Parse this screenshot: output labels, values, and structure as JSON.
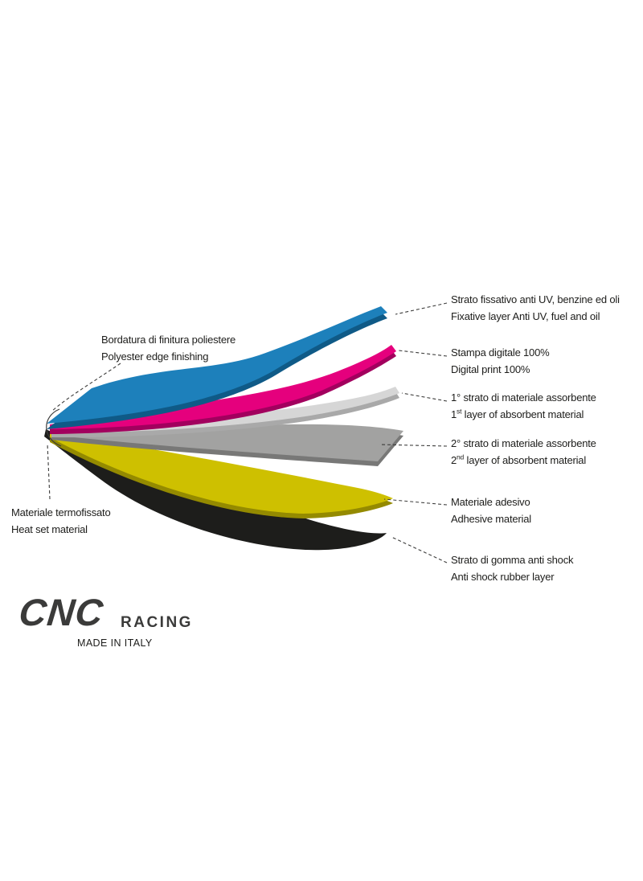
{
  "page": {
    "bg": "#ffffff",
    "text_color": "#1d1d1b",
    "leader_color": "#3c3c3b"
  },
  "layers": {
    "fixative": {
      "color": "#1d80bb",
      "edge": "#0f5a87"
    },
    "print": {
      "color": "#e5007d",
      "edge": "#a2005e"
    },
    "absorbent1": {
      "color": "#d6d6d6",
      "edge": "#a9a9a9"
    },
    "absorbent2": {
      "color": "#a2a2a1",
      "edge": "#787877"
    },
    "adhesive": {
      "color": "#cec000",
      "edge": "#948a00"
    },
    "rubber": {
      "color": "#1d1d1b"
    }
  },
  "right_labels": [
    {
      "it": "Strato fissativo anti UV, benzine ed oli",
      "en1": "Fixative layer Anti UV, fuel and oil",
      "en_sup": "",
      "en2": ""
    },
    {
      "it": "Stampa digitale 100%",
      "en1": "Digital print 100%",
      "en_sup": "",
      "en2": ""
    },
    {
      "it": "1° strato di materiale assorbente",
      "en1": "1",
      "en_sup": "st",
      "en2": " layer of absorbent material"
    },
    {
      "it": "2° strato di materiale assorbente",
      "en1": "2",
      "en_sup": "nd",
      "en2": " layer of absorbent material"
    },
    {
      "it": "Materiale adesivo",
      "en1": "Adhesive material",
      "en_sup": "",
      "en2": ""
    },
    {
      "it": "Strato di gomma anti shock",
      "en1": "Anti shock rubber layer",
      "en_sup": "",
      "en2": ""
    }
  ],
  "left_labels": [
    {
      "it": "Bordatura di finitura poliestere",
      "en": "Polyester edge finishing"
    },
    {
      "it": "Materiale termofissato",
      "en": "Heat set material"
    }
  ],
  "logo": {
    "cnc": "CNC",
    "racing": "RACING",
    "made_in": "MADE IN ITALY"
  }
}
